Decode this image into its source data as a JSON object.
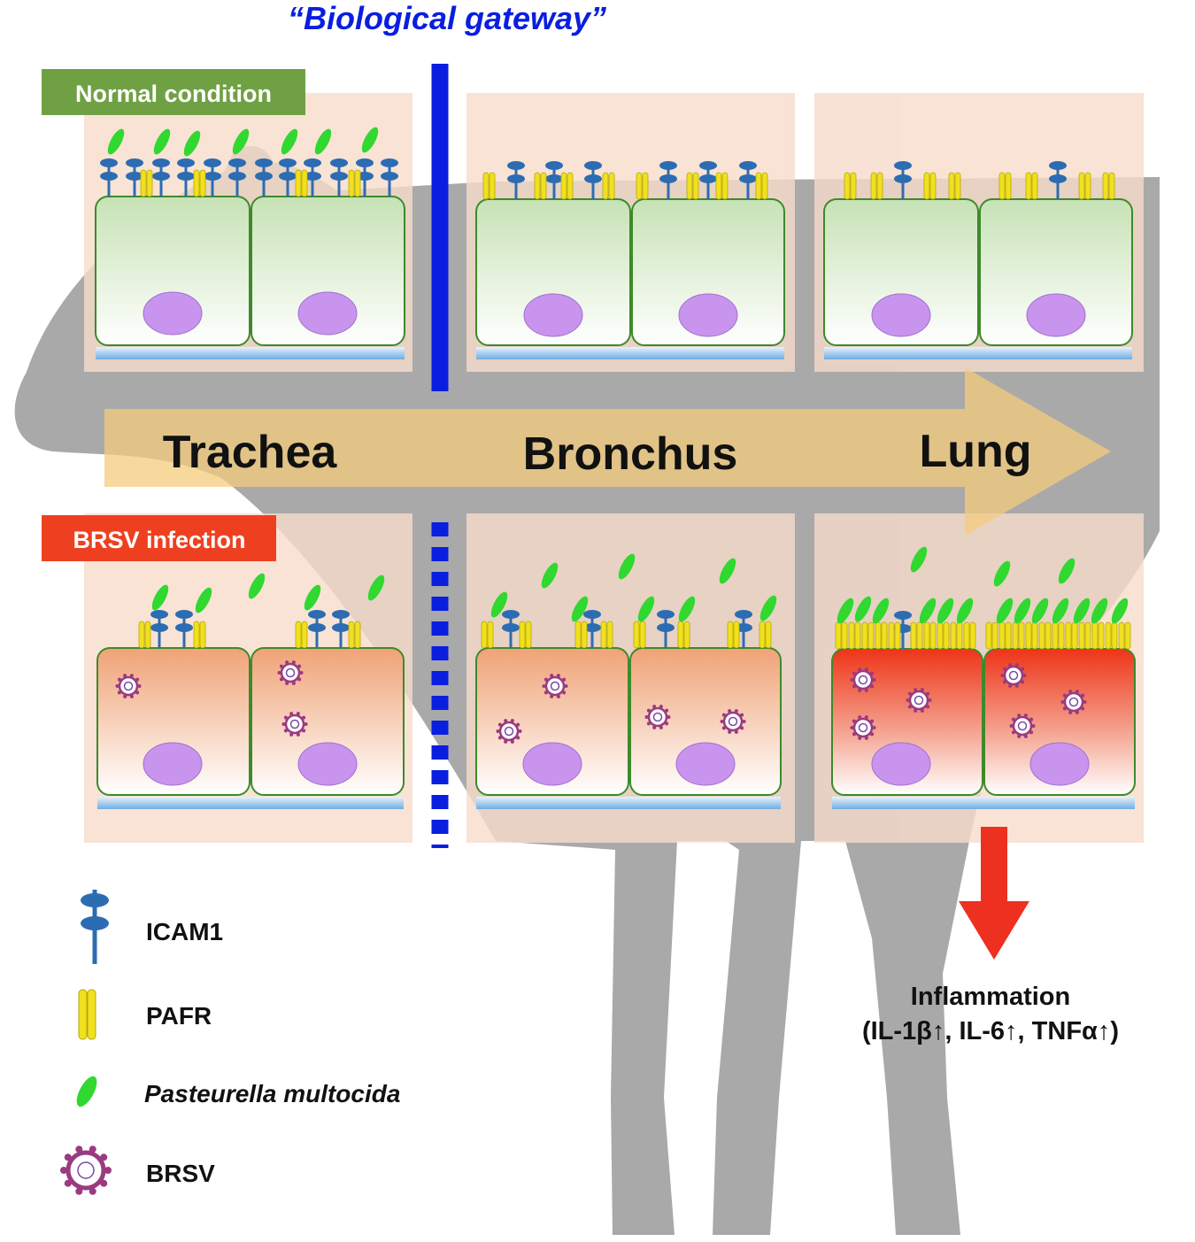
{
  "title": "“Biological gateway”",
  "conditions": {
    "normal": "Normal condition",
    "infection": "BRSV infection"
  },
  "regions": {
    "trachea": "Trachea",
    "bronchus": "Bronchus",
    "lung": "Lung"
  },
  "legend": {
    "icam1": "ICAM1",
    "pafr": "PAFR",
    "pasteurella": "Pasteurella multocida",
    "brsv": "BRSV"
  },
  "outcome": {
    "label": "Inflammation",
    "markers": "(IL-1β↑, IL-6↑, TNFα↑)"
  },
  "colors": {
    "gateway": "#0a1ee0",
    "normal_badge": "#70a044",
    "infection_badge": "#ee4020",
    "panel": "#f5d8c6",
    "silhouette": "#a9a9a9",
    "flow_arrow": "#f5ca7c",
    "inflammation_arrow": "#ee3020",
    "icam1": "#2c6cb2",
    "pafr": "#f0e020",
    "pasteurella": "#30d830",
    "brsv": "#9a3a80"
  }
}
